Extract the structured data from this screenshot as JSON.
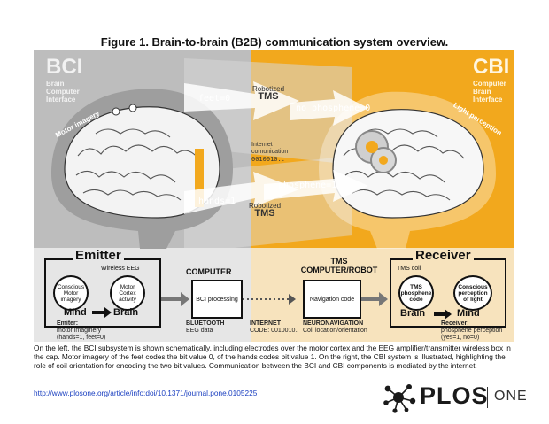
{
  "title": "Figure 1. Brain-to-brain (B2B) communication system overview.",
  "bci": {
    "big": "BCI",
    "sub": "Brain Computer Interface",
    "motor_imagery": "Motor imagery"
  },
  "cbi": {
    "big": "CBI",
    "sub": "Computer Brain Interface",
    "light_perception": "Light perception"
  },
  "arrows": {
    "feet": "feet=0",
    "robotized_top_1": "Robotized",
    "robotized_top_2": "TMS",
    "no_phosphene": "no phosphene=0",
    "internet_1": "Internet",
    "internet_2": "comunication",
    "internet_code": "0010010..",
    "phosphene": "phosphene=1",
    "hands": "hands=1",
    "robotized_bot_1": "Robotized",
    "robotized_bot_2": "TMS"
  },
  "emitter": {
    "title": "Emitter",
    "wireless": "Wireless EEG",
    "c1": "Conscious Motor imagery",
    "c2": "Motor Cortex activity",
    "mind": "Mind",
    "brain": "Brain",
    "foot_title": "Emiter:",
    "foot_1": "motor imaginery",
    "foot_2": "(hands=1, feet=0)"
  },
  "computer": {
    "title": "COMPUTER",
    "box": "BCI processing",
    "foot_title": "BLUETOOTH",
    "foot_1": "EEG data"
  },
  "internet": {
    "foot_title": "INTERNET",
    "foot_1": "CODE: 0010010.."
  },
  "tms": {
    "title_1": "TMS",
    "title_2": "COMPUTER/ROBOT",
    "box": "Navigation code",
    "foot_title": "NEURONAVIGATION",
    "foot_1": "Coil location/orientation"
  },
  "receiver": {
    "title": "Receiver",
    "coil": "TMS coil",
    "c1": "TMS phosphene code",
    "c2": "Conscious perception of light",
    "brain": "Brain",
    "mind": "Mind",
    "foot_title": "Receiver:",
    "foot_1": "phosphene perception",
    "foot_2": "(yes=1, no=0)"
  },
  "caption": "On the left, the BCI subsystem is shown schematically, including electrodes over the motor cortex and the EEG amplifier/transmitter wireless box in the cap. Motor imagery of the feet codes the bit value 0, of the hands codes bit value 1. On the right, the CBI system is illustrated, highlighting the role of coil orientation for encoding the two bit values. Communication between the BCI and CBI components is mediated by the internet.",
  "link": "http://www.plosone.org/article/info:doi/10.1371/journal.pone.0105225",
  "logo": {
    "word": "PLOS",
    "one": "ONE"
  },
  "colors": {
    "grey_bg": "#bfbfbf",
    "orange_bg": "#f2a81d",
    "text": "#111111"
  }
}
